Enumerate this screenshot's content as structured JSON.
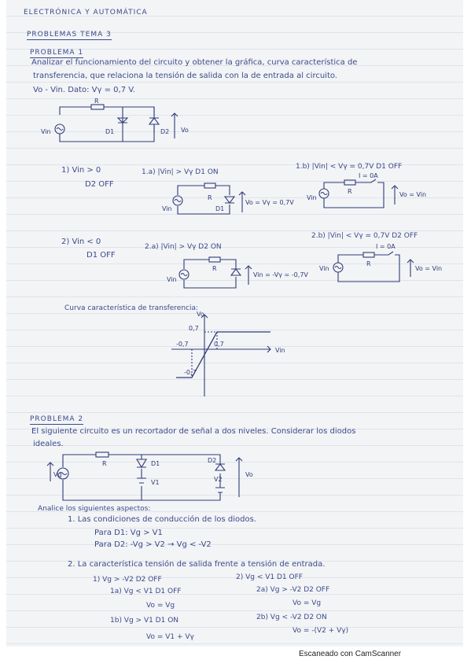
{
  "header": {
    "subject": "ELECTRÓNICA Y AUTOMÁTICA",
    "set_title": "PROBLEMAS TEMA 3"
  },
  "p1": {
    "title": "PROBLEMA 1",
    "statement_1": "Analizar el funcionamiento del circuito y obtener la gráfica, curva característica de",
    "statement_2": "transferencia, que relaciona la tensión de salida con la de entrada al circuito.",
    "statement_3": "Vo - Vin. Dato: Vγ = 0,7 V.",
    "c1": {
      "vin": "Vin",
      "r": "R",
      "d1": "D1",
      "d2": "D2",
      "vo": "Vo"
    },
    "case1": {
      "cond": "1) Vin > 0",
      "state": "D2 OFF"
    },
    "case1a": {
      "title": "1.a) |Vin| > Vγ   D1 ON",
      "vin": "Vin",
      "r": "R",
      "d1": "D1",
      "vo": "Vo = Vγ = 0,7V"
    },
    "case1b": {
      "title": "1.b) |Vin| < Vγ = 0,7V   D1 OFF",
      "i": "I = 0A",
      "vin": "Vin",
      "r": "R",
      "vo": "Vo = Vin"
    },
    "case2": {
      "cond": "2) Vin < 0",
      "state": "D1 OFF"
    },
    "case2a": {
      "title": "2.a) |Vin| > Vγ   D2 ON",
      "vin": "Vin",
      "r": "R",
      "vo": "Vin = -Vγ = -0,7V"
    },
    "case2b": {
      "title": "2.b) |Vin| < Vγ = 0,7V   D2 OFF",
      "i": "I = 0A",
      "vin": "Vin",
      "r": "R",
      "vo": "Vo = Vin"
    },
    "curve_label": "Curva característica de transferencia:",
    "graph": {
      "y_axis": "Vo",
      "x_axis": "Vin",
      "tick_y_pos": "0,7",
      "tick_y_neg": "-0,7",
      "tick_x_neg": "-0,7",
      "tick_x_pos": "0,7"
    }
  },
  "p2": {
    "title": "PROBLEMA 2",
    "statement_1": "El siguiente circuito es un recortador de señal a dos niveles. Considerar los diodos",
    "statement_2": "ideales.",
    "c2": {
      "vg": "Vg",
      "r": "R",
      "d1": "D1",
      "d2": "D2",
      "v1": "V1",
      "v2": "V2",
      "vo": "Vo"
    },
    "analysis_intro": "Analice los siguientes aspectos:",
    "item1": "1. Las condiciones de conducción de los diodos.",
    "cond_d1": "Para D1:  Vg > V1",
    "cond_d2": "Para D2:  -Vg > V2  →  Vg < -V2",
    "item2": "2. La característica tensión de salida frente a tensión de entrada.",
    "l1": "1) Vg > -V2  D2 OFF",
    "l1a": "1a) Vg < V1  D1 OFF",
    "l1a_vo": "Vo = Vg",
    "l1b": "1b) Vg > V1   D1 ON",
    "l1b_vo": "Vo = V1 + Vγ",
    "r2": "2) Vg < V1   D1 OFF",
    "r2a": "2a) Vg > -V2  D2 OFF",
    "r2a_vo": "Vo = Vg",
    "r2b": "2b) Vg < -V2   D2 ON",
    "r2b_vo": "Vo = -(V2 + Vγ)"
  },
  "footer": "Escaneado con CamScanner"
}
